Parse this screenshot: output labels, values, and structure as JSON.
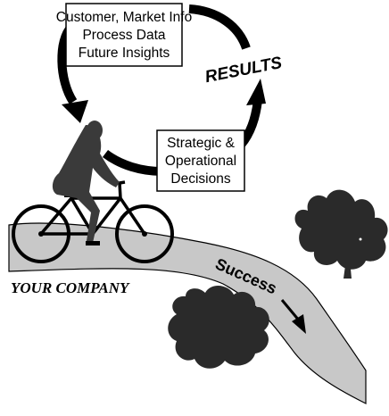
{
  "box_top": {
    "line1": "Customer, Market Info",
    "line2": "Process Data",
    "line3": "Future Insights"
  },
  "box_bottom": {
    "line1": "Strategic &",
    "line2": "Operational",
    "line3": "Decisions"
  },
  "results_label": "RESULTS",
  "company_label": "YOUR COMPANY",
  "success_label": "Success",
  "colors": {
    "path_fill": "#c8c8c8",
    "ink": "#000000",
    "rider": "#3a3a3a",
    "bushes": "#2a2a2a"
  }
}
